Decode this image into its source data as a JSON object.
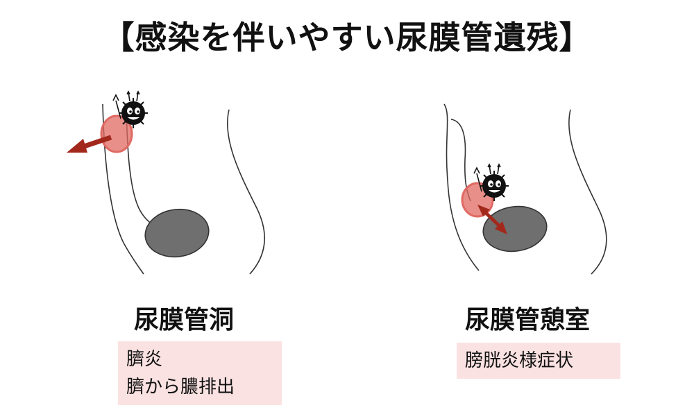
{
  "title": "【感染を伴いやすい尿膜管遺残】",
  "left": {
    "label": "尿膜管洞",
    "symptoms": [
      "臍炎",
      "臍から膿排出"
    ]
  },
  "right": {
    "label": "尿膜管憩室",
    "symptoms": [
      "膀胱炎様症状"
    ]
  },
  "colors": {
    "inflammation": "#e06a63",
    "arrow": "#a3281c",
    "bladder": "#6f6f6f",
    "symptom_box": "#fbe2e2"
  }
}
